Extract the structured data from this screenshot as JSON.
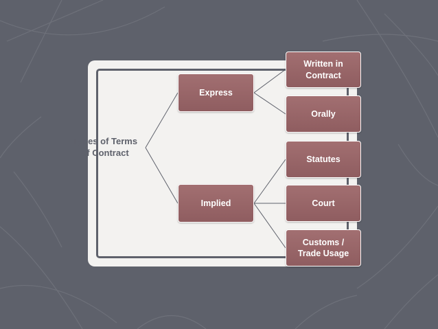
{
  "diagram": {
    "root": "Types of Terms\nof Contract",
    "branches": [
      {
        "label": "Express",
        "children": [
          "Written in\nContract",
          "Orally"
        ]
      },
      {
        "label": "Implied",
        "children": [
          "Statutes",
          "Court",
          "Customs /\nTrade Usage"
        ]
      }
    ]
  },
  "colors": {
    "background": "#5e616b",
    "card": "#f3f2f0",
    "node": "#9a686a",
    "connector": "#5e616b"
  }
}
